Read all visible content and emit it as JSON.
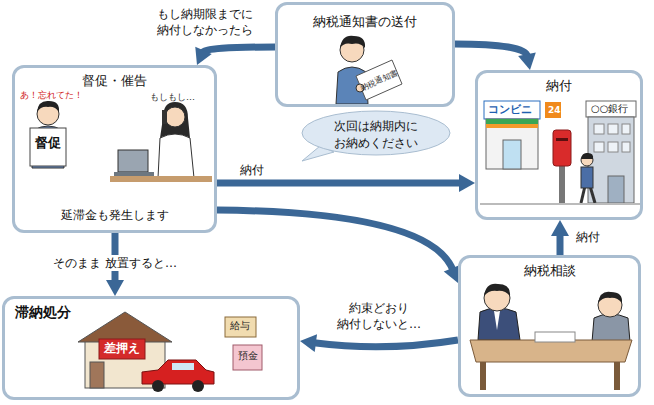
{
  "diagram": {
    "nodes": [
      {
        "text": [
          "納税通知書の送付"
        ]
      },
      {
        "text": [
          "督促・催告",
          "延滞金も発生します"
        ]
      },
      {
        "text": [
          "納付"
        ]
      },
      {
        "text": [
          "次回は納期内に お納めください"
        ]
      },
      {
        "text": [
          "納税相談"
        ]
      },
      {
        "text": [
          "滞納処分"
        ]
      }
    ],
    "edges": [
      {
        "from": 0,
        "to": 1,
        "label": "もし納期限までに 納付しなかったら",
        "arrow": "to"
      },
      {
        "from": 0,
        "to": 2,
        "arrow": "to"
      },
      {
        "from": 1,
        "to": 2,
        "label": "納付",
        "arrow": "to"
      },
      {
        "from": 1,
        "to": 4,
        "arrow": "to"
      },
      {
        "from": 1,
        "to": 5,
        "label": "そのまま 放置すると…",
        "arrow": "to"
      },
      {
        "from": 4,
        "to": 2,
        "label": "納付",
        "arrow": "to"
      },
      {
        "from": 4,
        "to": 5,
        "label": "約束どおり 納付しないと…",
        "arrow": "to"
      }
    ],
    "labels": [
      "納税通知書",
      "あ！忘れてた！",
      "もしもし…",
      "督促",
      "コンビニ",
      "24",
      "○○銀行",
      "差押え",
      "給与",
      "預金"
    ]
  }
}
